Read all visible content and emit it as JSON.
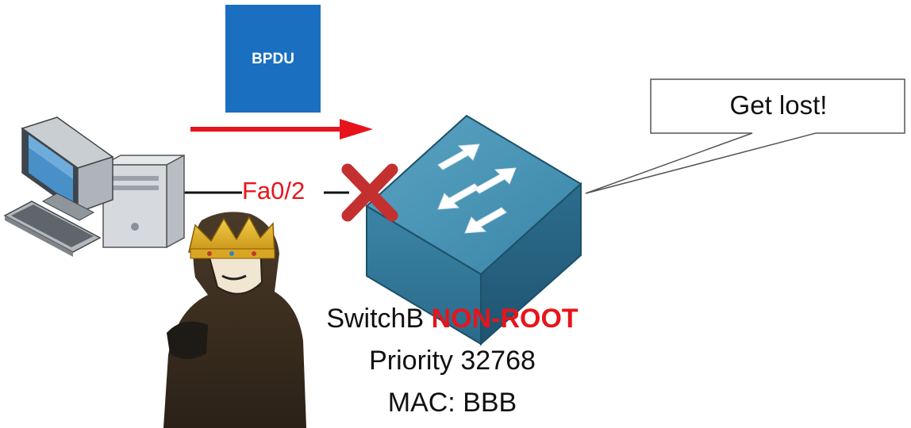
{
  "bpdu": {
    "label": "BPDU",
    "box_color": "#1a6fc1"
  },
  "link": {
    "port_label": "Fa0/2",
    "port_color": "#e8141b",
    "arrow_color": "#e8141b"
  },
  "callout": {
    "text": "Get lost!"
  },
  "switch": {
    "name": "SwitchB",
    "role": "NON-ROOT",
    "priority": "Priority 32768",
    "mac": "MAC: BBB",
    "color": "#2e6f8e"
  },
  "icons": {
    "computer": "computer-icon",
    "switch": "switch-icon",
    "blocked": "x-mark-icon",
    "attacker": "hacker-king-icon"
  }
}
